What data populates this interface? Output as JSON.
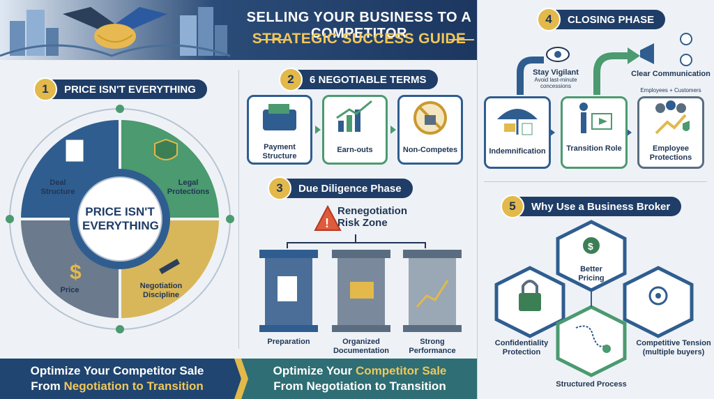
{
  "header": {
    "title_line1": "SELLING YOUR BUSINESS TO A COMPETITOR",
    "title_line2": "STRATEGIC SUCCESS GUIDE"
  },
  "section1": {
    "number": "1",
    "title": "PRICE ISN'T EVERYTHING",
    "center_text": "PRICE ISN'T EVERYTHING",
    "quadrants": [
      "Deal Structure",
      "Legal Protections",
      "Price",
      "Negotiation Discipline"
    ]
  },
  "section2": {
    "number": "2",
    "title": "6 NEGOTIABLE TERMS",
    "terms": [
      "Payment Structure",
      "Earn-outs",
      "Non-Competes"
    ]
  },
  "section3": {
    "number": "3",
    "title": "Due Diligence Phase",
    "risk_label": "Renegotiation Risk Zone",
    "pillars": [
      "Preparation",
      "Organized Documentation",
      "Strong Performance"
    ]
  },
  "section4": {
    "number": "4",
    "title": "CLOSING PHASE",
    "callouts": [
      {
        "title": "Stay Vigilant",
        "sub": "Avoid last-minute concessions"
      },
      {
        "title": "Clear Communication",
        "sub": "Employees + Customers"
      }
    ],
    "cards": [
      "Indemnification",
      "Transition Role",
      "Employee Protections"
    ]
  },
  "section5": {
    "number": "5",
    "title": "Why Use a Business Broker",
    "items": [
      "Better Pricing",
      "Confidentiality Protection",
      "Competitive Tension (multiple buyers)",
      "Structured Process"
    ]
  },
  "footer": {
    "left_line1": "Optimize Your Competitor Sale",
    "left_line2_a": "From ",
    "left_line2_b": "Negotiation to Transition",
    "right_line1_a": "Optimize Your ",
    "right_line1_b": "Competitor Sale",
    "right_line2": "From Negotiation to Transition"
  },
  "colors": {
    "navy": "#1f3d66",
    "gold": "#e2b94a",
    "green": "#4b9a70",
    "teal": "#2e6e74"
  }
}
